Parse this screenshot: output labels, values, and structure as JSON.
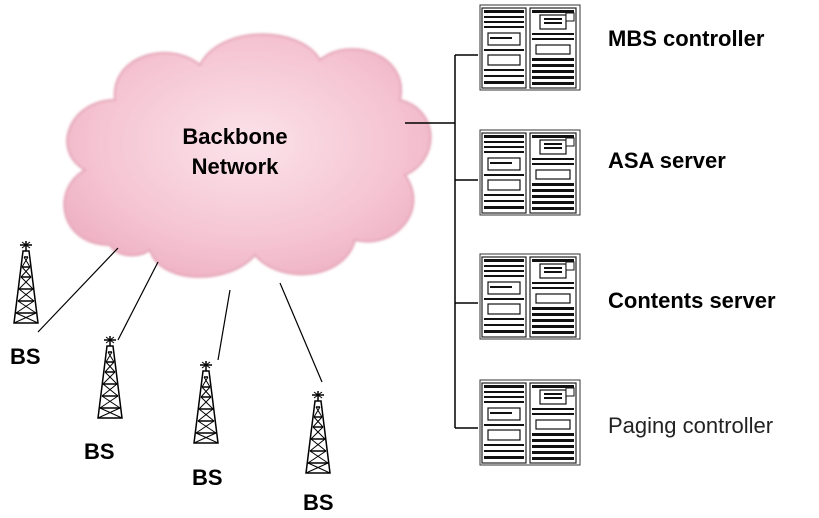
{
  "cloud": {
    "line1": "Backbone",
    "line2": "Network",
    "fill": "#f6c9d6",
    "edge": "#e7a9bc"
  },
  "servers": [
    {
      "label": "MBS controller",
      "style": "bold"
    },
    {
      "label": "ASA server",
      "style": "bold"
    },
    {
      "label": "Contents server",
      "style": "bold"
    },
    {
      "label": "Paging controller",
      "style": "plain"
    }
  ],
  "base_stations": [
    {
      "label": "BS"
    },
    {
      "label": "BS"
    },
    {
      "label": "BS"
    },
    {
      "label": "BS"
    }
  ],
  "icons": {
    "server": "server-rack-icon",
    "tower": "radio-tower-icon",
    "cloud": "cloud-icon"
  }
}
